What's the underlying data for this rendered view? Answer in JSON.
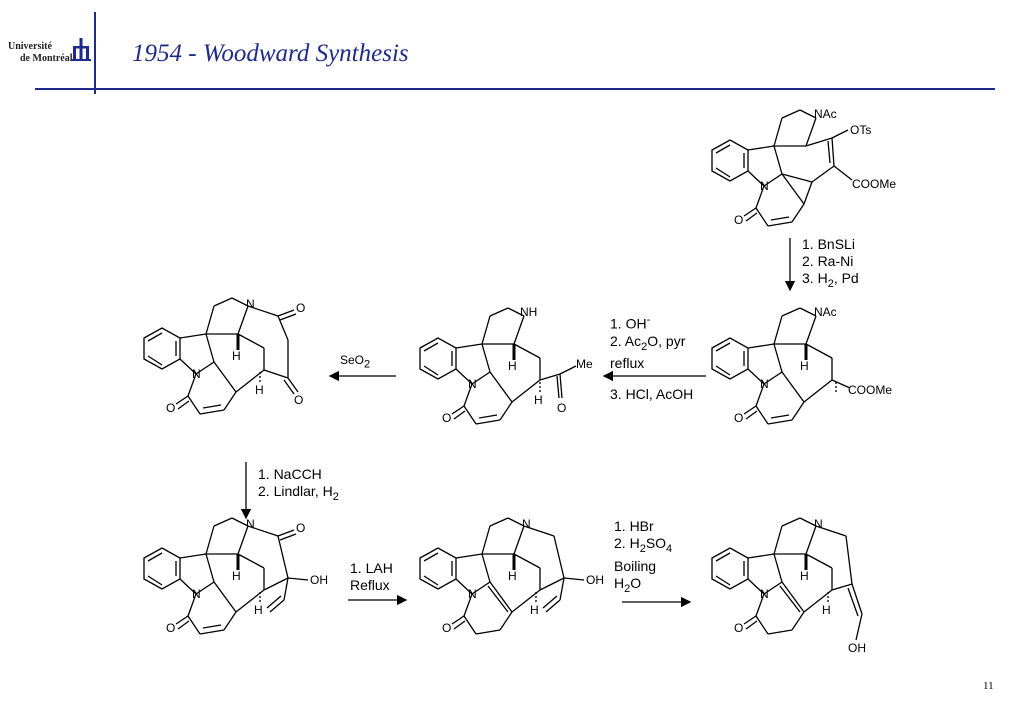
{
  "header": {
    "title": "1954 - Woodward Synthesis",
    "logo_line1": "Université",
    "logo_line2": "de Montréal"
  },
  "page_number": "11",
  "compounds": {
    "c1": {
      "labels": {
        "nac": "NAc",
        "ots": "OTs",
        "coome": "COOMe",
        "o": "O",
        "n": "N"
      }
    },
    "c2": {
      "labels": {
        "nac": "NAc",
        "h": "H",
        "coome": "COOMe",
        "o": "O",
        "n": "N"
      }
    },
    "c3": {
      "labels": {
        "nh": "NH",
        "h1": "H",
        "h2": "H",
        "me": "Me",
        "o1": "O",
        "o2": "O",
        "n": "N"
      }
    },
    "c4": {
      "labels": {
        "n1": "N",
        "h1": "H",
        "h2": "H",
        "o1": "O",
        "o2": "O",
        "o3": "O",
        "n2": "N"
      }
    },
    "c5": {
      "labels": {
        "n1": "N",
        "h1": "H",
        "h2": "H",
        "oh": "OH",
        "o1": "O",
        "o2": "O",
        "n2": "N"
      }
    },
    "c6": {
      "labels": {
        "n1": "N",
        "h1": "H",
        "h2": "H",
        "oh": "OH",
        "o": "O",
        "n2": "N"
      }
    },
    "c7": {
      "labels": {
        "n1": "N",
        "h1": "H",
        "h2": "H",
        "oh": "OH",
        "o": "O",
        "n2": "N"
      }
    }
  },
  "steps": {
    "s1": [
      "1. BnSLi",
      "2. Ra-Ni",
      "3. H",
      "2",
      ", Pd"
    ],
    "s2": {
      "l1": "1. OH",
      "l1sup": "-",
      "l2a": "2. Ac",
      "l2sub": "2",
      "l2b": "O, pyr",
      "l3": "reflux",
      "l4": "3. HCl, AcOH"
    },
    "s3": {
      "a": "SeO",
      "sub": "2"
    },
    "s4": {
      "l1": "1. NaCCH",
      "l2a": "2. Lindlar, H",
      "l2sub": "2"
    },
    "s5": {
      "l1": "1. LAH",
      "l2": "Reflux"
    },
    "s6": {
      "l1": "1. HBr",
      "l2a": "2. H",
      "l2sub": "2",
      "l2b": "SO",
      "l2sub2": "4",
      "l3": "Boiling",
      "l4a": "H",
      "l4sub": "2",
      "l4b": "O"
    }
  }
}
